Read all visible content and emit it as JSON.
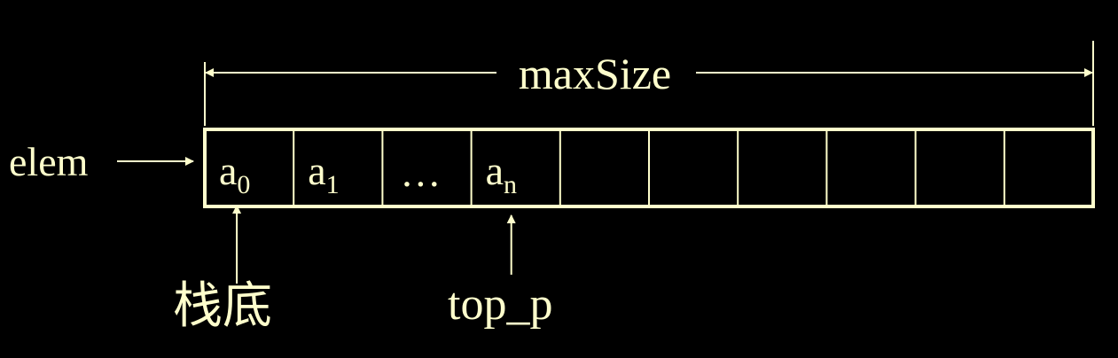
{
  "colors": {
    "background": "#000000",
    "foreground": "#FFFFCC"
  },
  "dimension_label": "maxSize",
  "array_name": "elem",
  "cells": [
    {
      "base": "a",
      "sub": "0"
    },
    {
      "base": "a",
      "sub": "1"
    },
    {
      "base": "…",
      "sub": ""
    },
    {
      "base": "a",
      "sub": "n"
    },
    {
      "base": "",
      "sub": ""
    },
    {
      "base": "",
      "sub": ""
    },
    {
      "base": "",
      "sub": ""
    },
    {
      "base": "",
      "sub": ""
    },
    {
      "base": "",
      "sub": ""
    },
    {
      "base": "",
      "sub": ""
    }
  ],
  "pointers": {
    "bottom": {
      "label": "栈底",
      "cell_index": 0
    },
    "top": {
      "label": "top_p",
      "cell_index": 3
    }
  }
}
